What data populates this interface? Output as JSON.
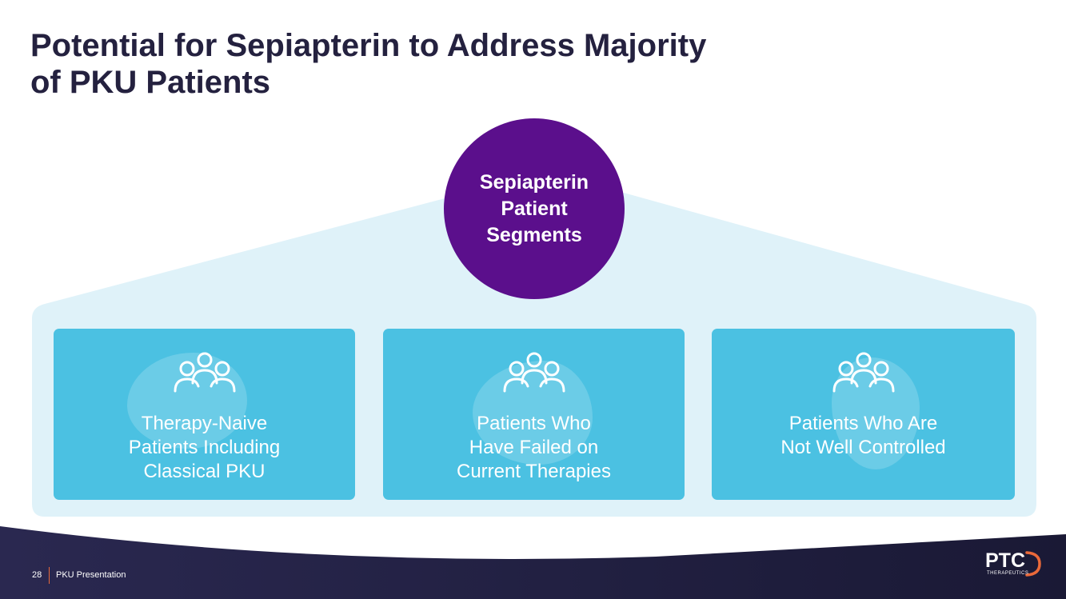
{
  "slide": {
    "title_line1": "Potential for Sepiapterin to Address Majority",
    "title_line2": "of PKU Patients"
  },
  "center": {
    "line1": "Sepiapterin",
    "line2": "Patient",
    "line3": "Segments"
  },
  "cards": [
    {
      "lines": [
        "Therapy-Naive",
        "Patients Including",
        "Classical PKU"
      ],
      "icon": "people-group-icon"
    },
    {
      "lines": [
        "Patients Who",
        "Have Failed on",
        "Current Therapies"
      ],
      "icon": "people-group-icon"
    },
    {
      "lines": [
        "Patients Who Are",
        "Not Well Controlled"
      ],
      "icon": "people-group-icon"
    }
  ],
  "footer": {
    "page_number": "28",
    "presentation_name": "PKU Presentation",
    "logo_text": "PTC",
    "logo_subtext": "THERAPEUTICS"
  },
  "colors": {
    "title": "#24213f",
    "circle": "#5b0f8c",
    "card": "#4bc1e2",
    "backdrop": "#dff2f9",
    "footer": "#1f1d3d",
    "accent": "#e9693a"
  }
}
